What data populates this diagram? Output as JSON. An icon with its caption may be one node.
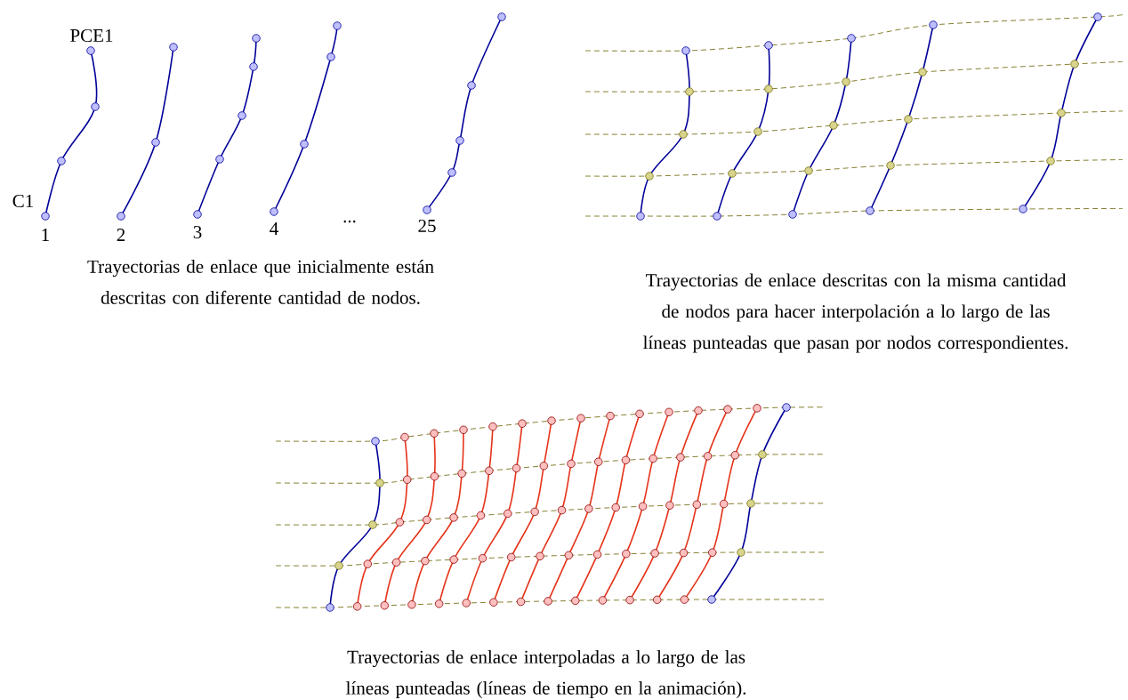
{
  "diagram": {
    "labels": [
      "PCE1",
      "C1",
      "1",
      "2",
      "3",
      "4",
      "...",
      "25",
      "Trayectorias de enlace que inicialmente están descritas con diferente cantidad de nodos.",
      "Trayectorias de enlace descritas con la misma cantidad de nodos para hacer interpolación a lo largo de las líneas punteadas que pasan por nodos correspondientes.",
      "Trayectorias de enlace interpoladas a lo largo de las líneas punteadas (líneas de tiempo en la animación)."
    ]
  }
}
